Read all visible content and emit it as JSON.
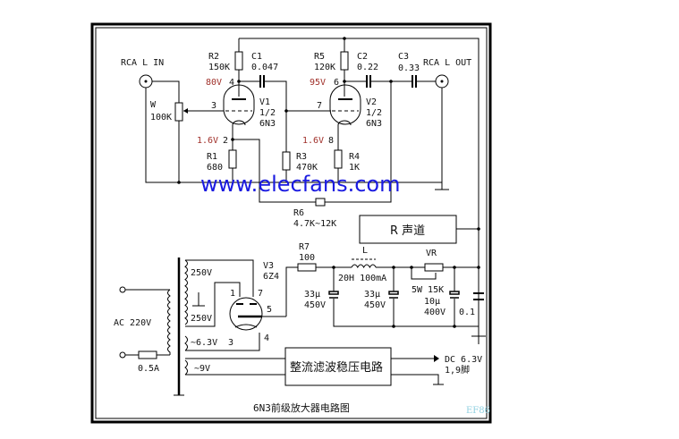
{
  "title": "6N3前级放大器电路图",
  "watermark": "www.elecfans.com",
  "corner_tag": "EF86",
  "labels": {
    "rca_in": "RCA L IN",
    "rca_out": "RCA L OUT",
    "w": "W",
    "w_val": "100K",
    "r2": "R2",
    "r2_val": "150K",
    "c1": "C1",
    "c1_val": "0.047",
    "r5": "R5",
    "r5_val": "120K",
    "c2": "C2",
    "c2_val": "0.22",
    "c3": "C3",
    "c3_val": "0.33",
    "v1": "V1",
    "v1_half": "1/2",
    "v1_type": "6N3",
    "v2": "V2",
    "v2_half": "1/2",
    "v2_type": "6N3",
    "v1_plate_v": "80V",
    "v2_plate_v": "95V",
    "v1_cath_v": "1.6V",
    "v2_cath_v": "1.6V",
    "pin4": "4",
    "pin6": "6",
    "pin3": "3",
    "pin7": "7",
    "pin2": "2",
    "pin8": "8",
    "r1": "R1",
    "r1_val": "680",
    "r3": "R3",
    "r3_val": "470K",
    "r4": "R4",
    "r4_val": "1K",
    "r6": "R6",
    "r6_val": "4.7K~12K",
    "r_channel": "R 声道",
    "r7": "R7",
    "r7_val": "100",
    "l": "L",
    "l_val": "20H 100mA",
    "vr": "VR",
    "vr_val": "5W 15K",
    "c_33a": "33μ",
    "c_33a_v": "450V",
    "c_33b": "33μ",
    "c_33b_v": "450V",
    "c_10": "10μ",
    "c_10_v": "400V",
    "c_01": "0.1",
    "v3": "V3",
    "v3_type": "6Z4",
    "v3_pin1": "1",
    "v3_pin7": "7",
    "v3_pin5": "5",
    "v3_pin3": "3",
    "v3_pin4": "4",
    "sec_250a": "250V",
    "sec_250b": "250V",
    "sec_63": "~6.3V",
    "sec_9": "~9V",
    "ac": "AC 220V",
    "fuse": "0.5A",
    "reg_box": "整流滤波稳压电路",
    "dc_out": "DC 6.3V",
    "dc_pins": "1,9脚"
  }
}
